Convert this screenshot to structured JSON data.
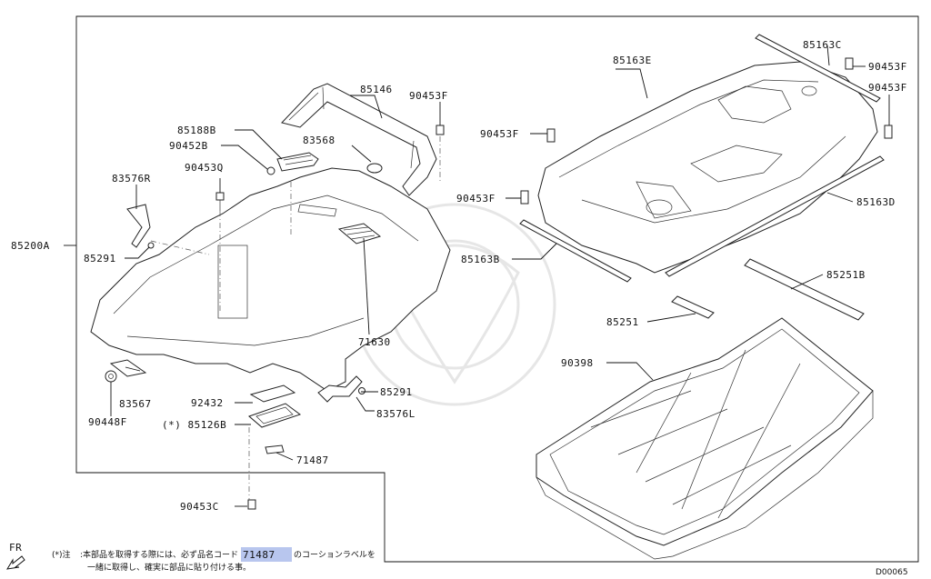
{
  "labels": {
    "p85200A": "85200A",
    "p85146": "85146",
    "p90453F_a": "90453F",
    "p85188B": "85188B",
    "p90452B": "90452B",
    "p83568": "83568",
    "p90453Q": "90453Q",
    "p83576R": "83576R",
    "p85291_a": "85291",
    "p71630": "71630",
    "p83567": "83567",
    "p90448F": "90448F",
    "p92432": "92432",
    "p85126B": "(*) 85126B",
    "p85291_b": "85291",
    "p83576L": "83576L",
    "p71487": "71487",
    "p90453C": "90453C",
    "p85163E": "85163E",
    "p85163C": "85163C",
    "p90453F_b": "90453F",
    "p90453F_c": "90453F",
    "p90453F_d": "90453F",
    "p90453F_e": "90453F",
    "p85163D": "85163D",
    "p85163B": "85163B",
    "p85251B": "85251B",
    "p85251": "85251",
    "p90398": "90398"
  },
  "compass": {
    "label": "FR"
  },
  "footnote": {
    "marker": "(*)注",
    "line1_prefix": ":本部品を取得する際には、必ず品名コード",
    "code": "71487",
    "line1_suffix": "のコーションラベルを",
    "line2": "一緒に取得し、確実に部品に貼り付ける事。"
  },
  "diagram_id": "D00065"
}
